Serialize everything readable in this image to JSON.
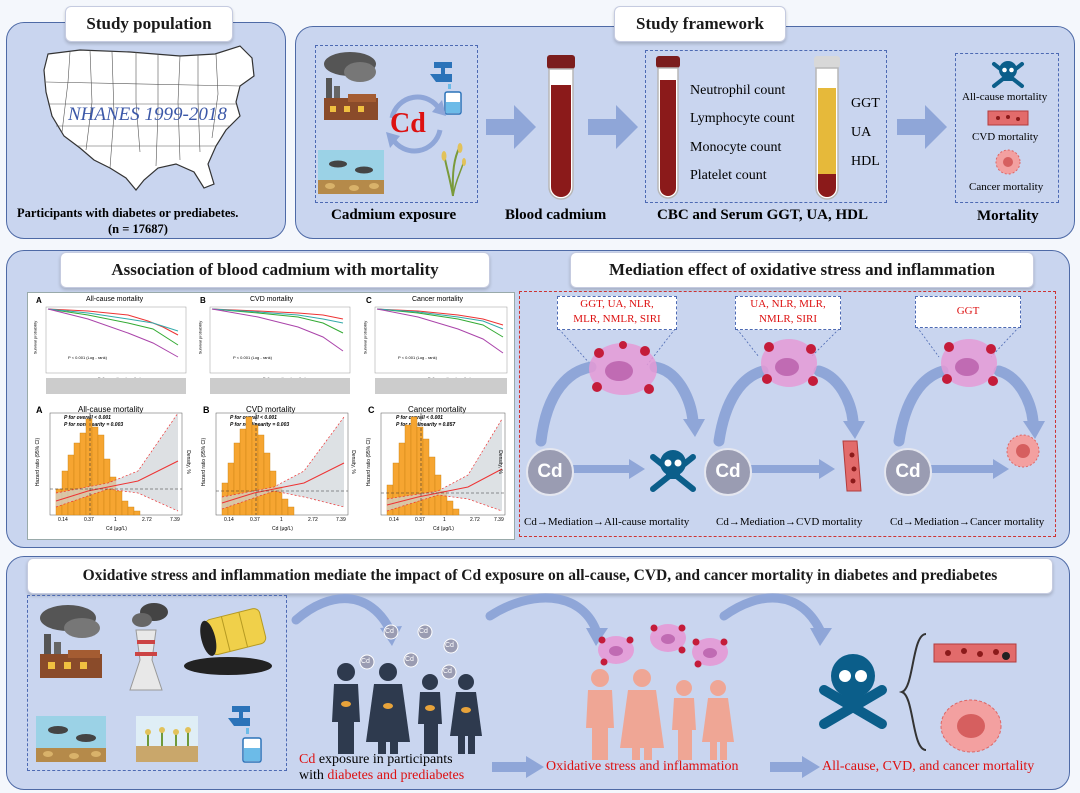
{
  "population": {
    "title": "Study population",
    "map_text": "NHANES 1999-2018",
    "participants": "Participants with diabetes or prediabetes.",
    "n": "(n = 17687)"
  },
  "framework": {
    "title": "Study framework",
    "cd": "Cd",
    "cadmium_exposure": "Cadmium exposure",
    "blood_cadmium": "Blood cadmium",
    "cbc_items": [
      "Neutrophil count",
      "Lymphocyte count",
      "Monocyte count",
      "Platelet count"
    ],
    "serum_items": [
      "GGT",
      "UA",
      "HDL"
    ],
    "cbc_label": "CBC and Serum GGT, UA, HDL",
    "mortality_items": [
      "All-cause mortality",
      "CVD mortality",
      "Cancer mortality"
    ],
    "mortality": "Mortality"
  },
  "association": {
    "title": "Association of blood cadmium with mortality",
    "km": [
      {
        "letter": "A",
        "title": "All-cause mortality",
        "p": "P < 0.001 (Log - rank)"
      },
      {
        "letter": "B",
        "title": "CVD mortality",
        "p": "P < 0.001 (Log - rank)"
      },
      {
        "letter": "C",
        "title": "Cancer mortality",
        "p": "P < 0.001 (Log - rank)"
      }
    ],
    "km_y": "Survival probability",
    "km_x": "Follow-up time (months)",
    "rcs": [
      {
        "letter": "A",
        "title": "All-cause mortality",
        "p1": "P for overall < 0.001",
        "p2": "P for nonlinearity = 0.003"
      },
      {
        "letter": "B",
        "title": "CVD mortality",
        "p1": "P for overall < 0.001",
        "p2": "P for nonlinearity = 0.003"
      },
      {
        "letter": "C",
        "title": "Cancer mortality",
        "p1": "P for overall < 0.001",
        "p2": "P for nonlinearity = 0.857"
      }
    ],
    "rcs_y": "Hazard ratio (95% CI)",
    "rcs_y2": "Density, %",
    "rcs_x": "Cd (μg/L)",
    "rcs_ticks": [
      "0.14",
      "0.37",
      "1",
      "2.72",
      "7.39"
    ]
  },
  "mediation": {
    "title": "Mediation effect of oxidative stress and inflammation",
    "labels": [
      [
        "GGT, UA, NLR,",
        "MLR, NMLR, SIRI"
      ],
      [
        "UA, NLR, MLR,",
        "NMLR, SIRI"
      ],
      [
        "GGT"
      ]
    ],
    "cd": "Cd",
    "paths": [
      "Cd→Mediation→All-cause mortality",
      "Cd→Mediation→CVD mortality",
      "Cd→Mediation→Cancer mortality"
    ]
  },
  "summary": {
    "title": "Oxidative stress and inflammation mediate the impact of Cd exposure on all-cause, CVD, and cancer mortality in diabetes and prediabetes",
    "cd_small": "Cd",
    "exp_cd": "Cd",
    "exp_rest": " exposure in participants",
    "with": "with ",
    "diabetes": "diabetes and prediabetes",
    "ox": "Oxidative stress and inflammation",
    "mort": "All-cause, CVD, and cancer mortality"
  },
  "colors": {
    "panel": "#c9d5ef",
    "border": "#4e6aa6",
    "arrow": "#8fa6d8",
    "blood": "#8b1a1a",
    "red_text": "#d11111",
    "orange": "#f6a531"
  }
}
